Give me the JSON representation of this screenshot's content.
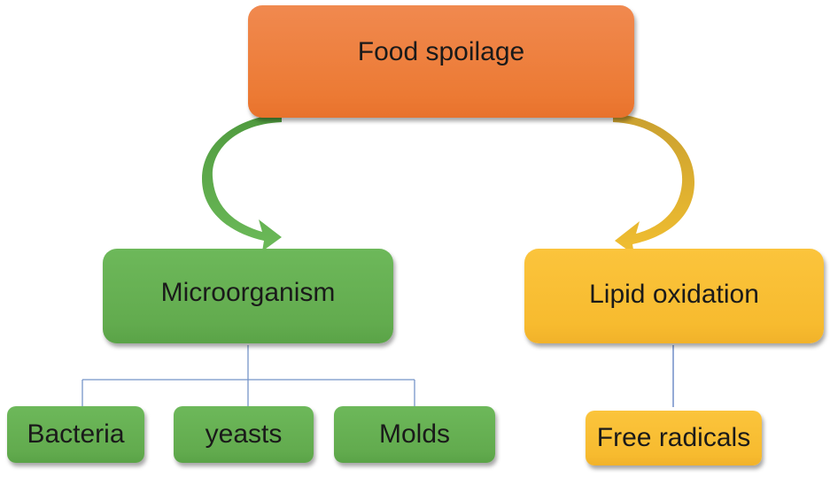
{
  "diagram": {
    "title": "Food spoilage",
    "branches": [
      {
        "label": "Microorganism",
        "color": "#62ab4e",
        "children": [
          "Bacteria",
          "yeasts",
          "Molds"
        ]
      },
      {
        "label": "Lipid oxidation",
        "color": "#f7bb2f",
        "children": [
          "Free radicals"
        ]
      }
    ],
    "colors": {
      "root": "#ec7a34",
      "green_arrow": "#5fa84b",
      "yellow_arrow": "#e3b332",
      "connector": "#6a8fc7"
    }
  }
}
